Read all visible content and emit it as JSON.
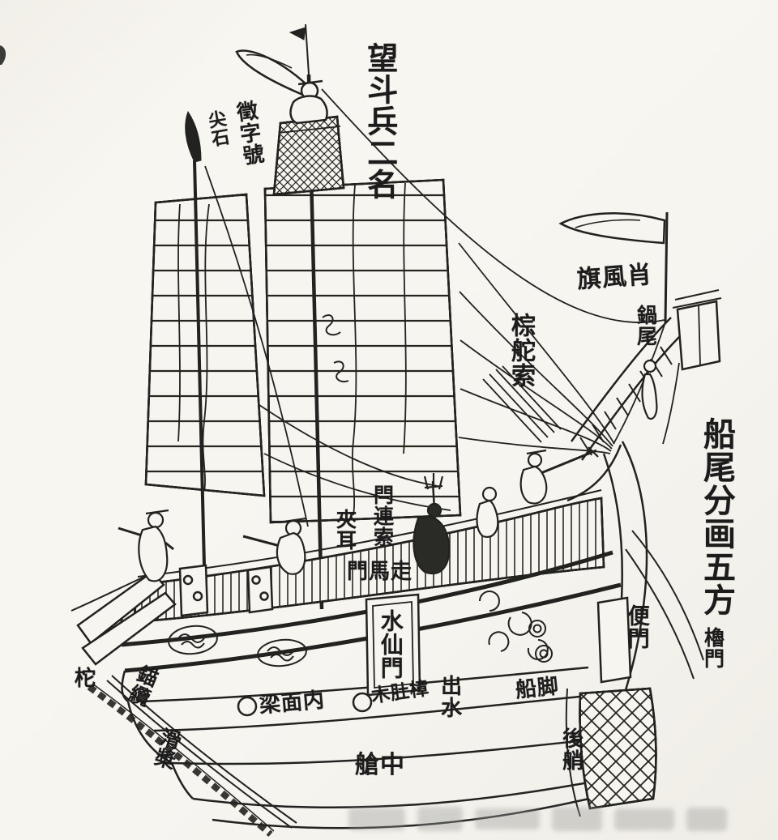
{
  "colors": {
    "ink": "#222220",
    "paper": "#f7f5f0"
  },
  "labels": {
    "lookout_crew": "望斗兵二名",
    "flag_designation": "徵字號",
    "flag_streamer": "尖石",
    "wind_flag": "旗風肖",
    "rudder_rope": "棕舵索",
    "stern_five_directions": "船尾分画五方",
    "stern_tip": "鍋尾",
    "bar_rope": "閂連索",
    "mast_cheeks": "夾耳",
    "horse_door": "門馬走",
    "water_immortal_door": "水仙門",
    "side_door": "便門",
    "waterline": "出水",
    "ship_foot": "船脚",
    "inner_beam": "梁面内",
    "hull_timber": "木肚樟",
    "mid_hold": "艙中",
    "aft_stern": "後艄",
    "scull_door": "櫓門",
    "rudder": "柁",
    "anchor_cable": "錨纜",
    "bow_oar": "滑槳"
  }
}
